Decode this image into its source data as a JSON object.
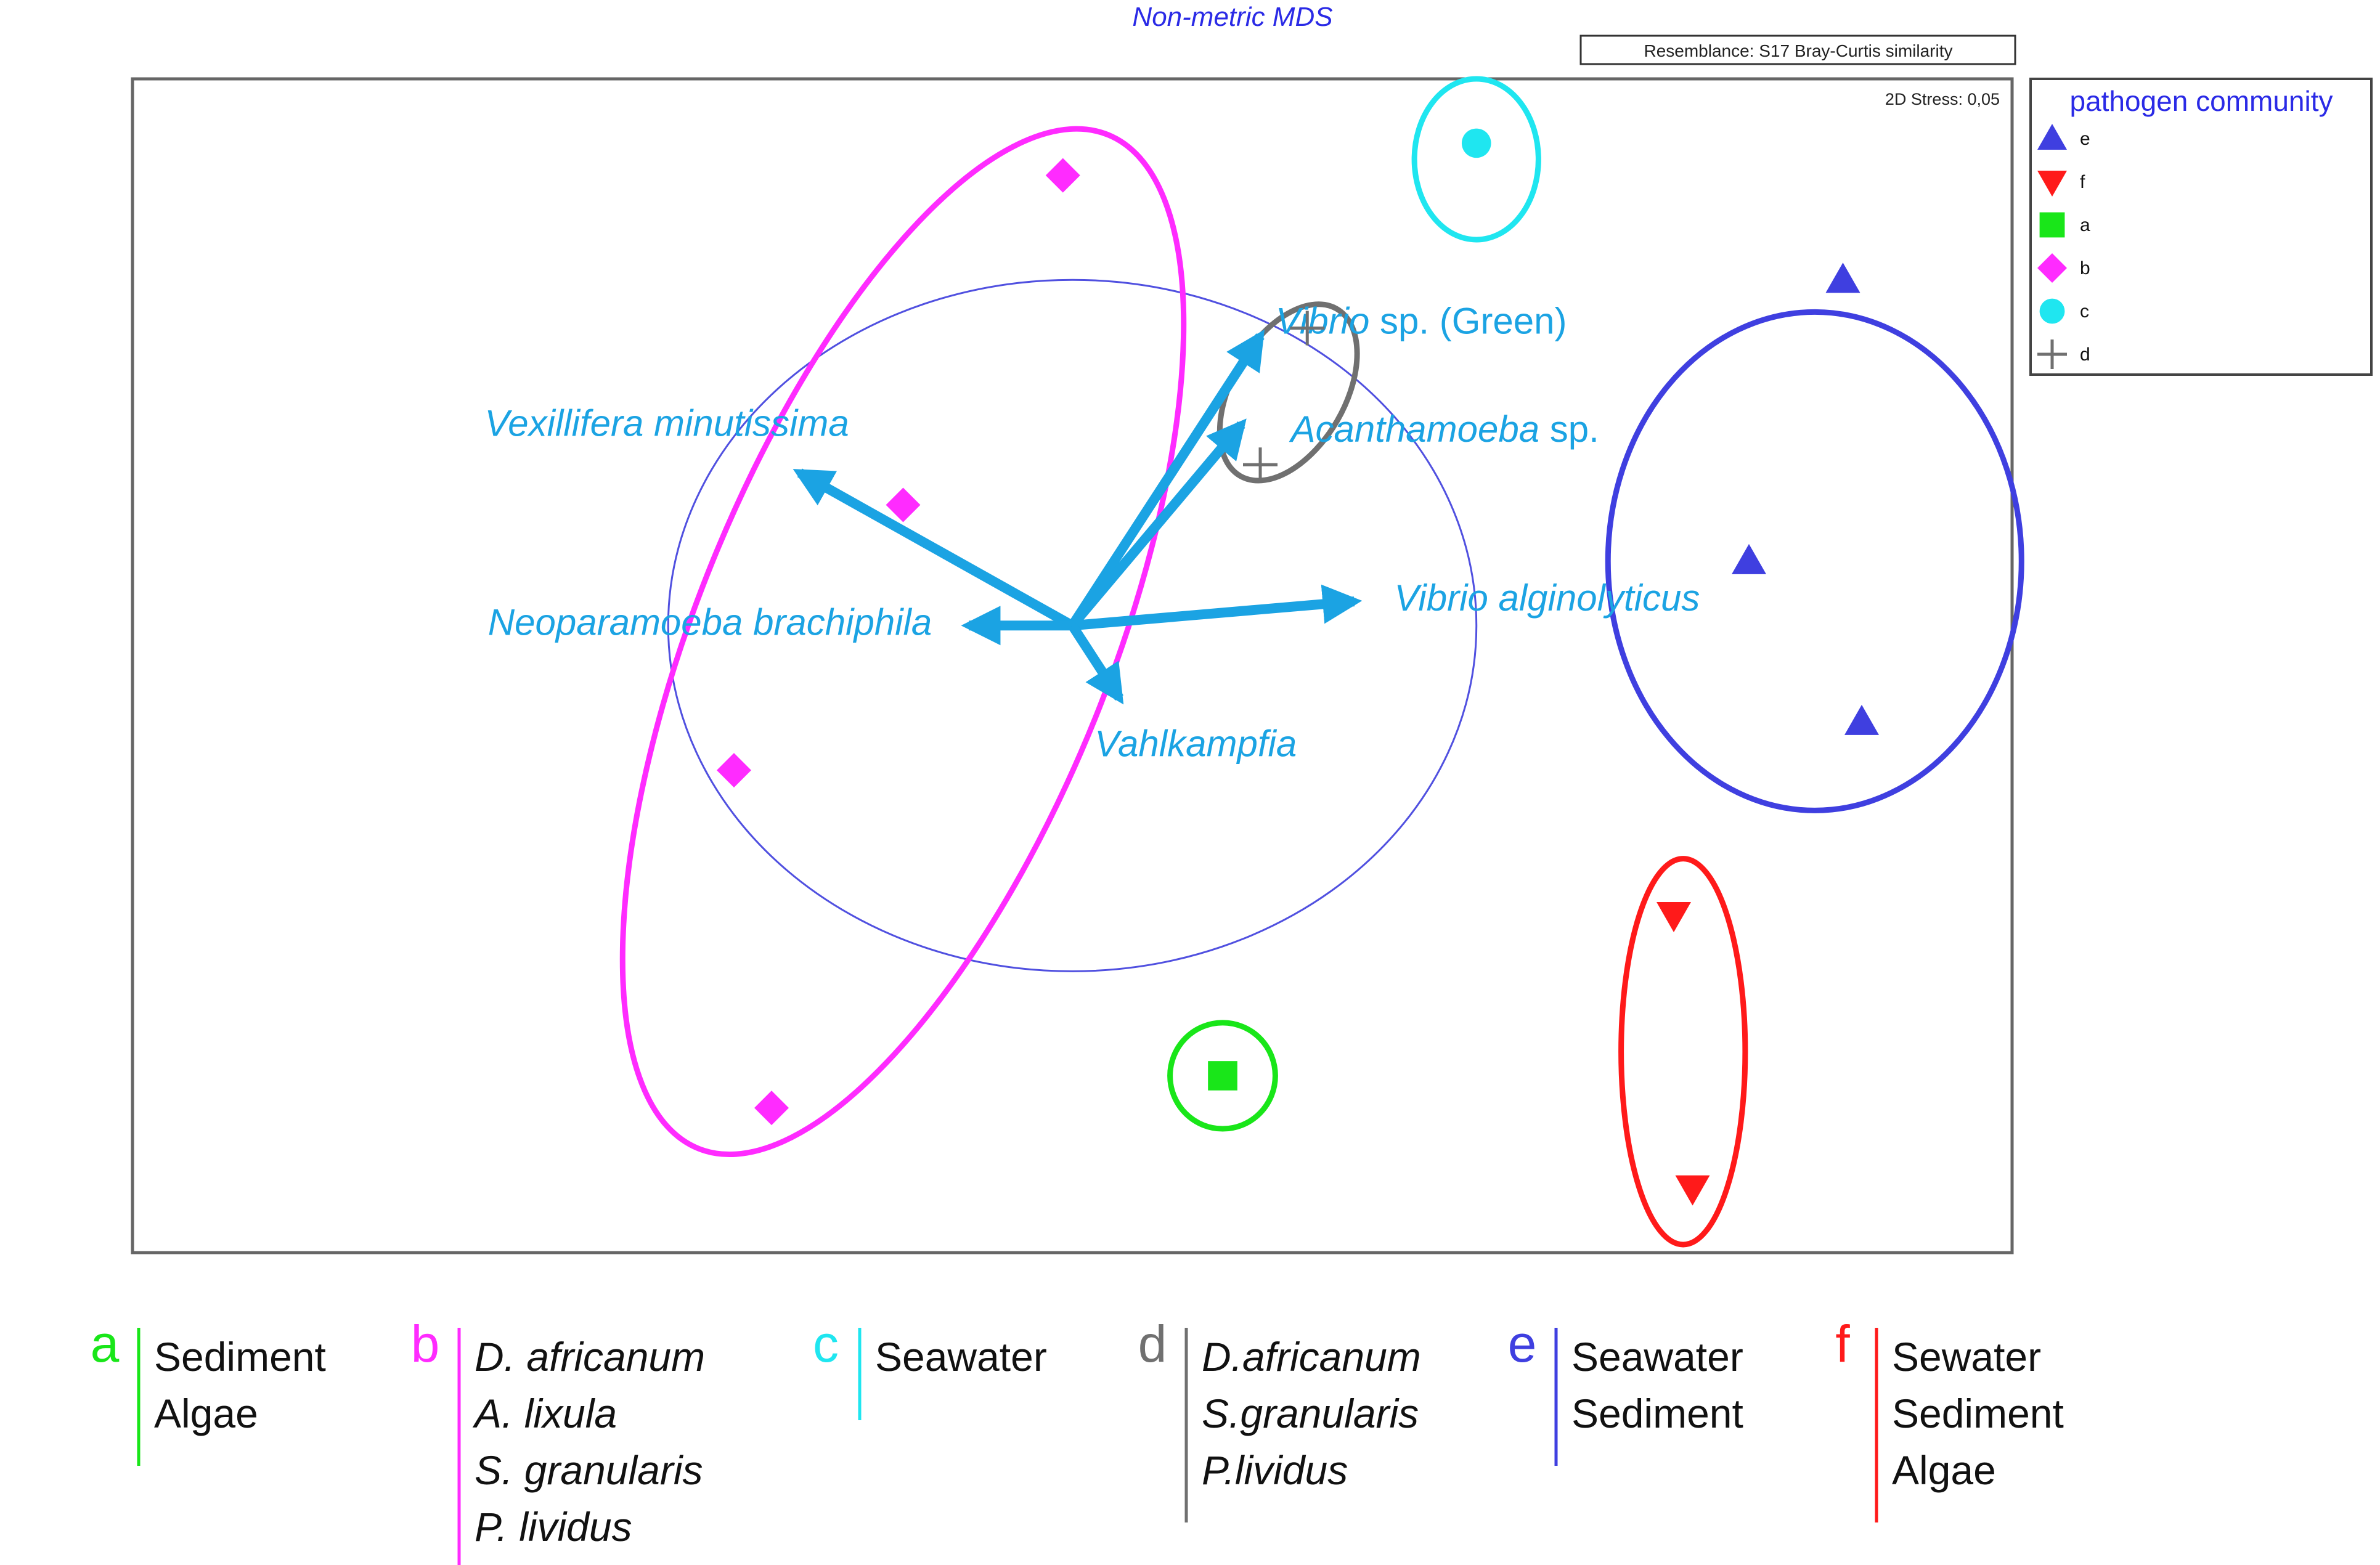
{
  "chart_data": {
    "type": "scatter",
    "title": "Non-metric MDS",
    "resemblance": "Resemblance: S17 Bray-Curtis similarity",
    "stress": "2D Stress: 0,05",
    "xlim": [
      -5.0,
      5.0
    ],
    "ylim": [
      -3.9,
      3.4
    ],
    "grid": false,
    "legend_position": "right",
    "legend_title": "pathogen community",
    "colors": {
      "e": "#3f3fe0",
      "f": "#ff1a1a",
      "a": "#19e619",
      "b": "#ff2bff",
      "c": "#1fe6f0",
      "d": "#707070",
      "vector": "#1ba3e3",
      "title": "#2a2ae6",
      "correlation_circle": "#5050e0"
    },
    "series": [
      {
        "name": "e",
        "marker": "triangle-up",
        "points": [
          [
            4.1,
            2.15
          ],
          [
            3.6,
            0.4
          ],
          [
            4.2,
            -0.6
          ]
        ]
      },
      {
        "name": "f",
        "marker": "triangle-down",
        "points": [
          [
            3.2,
            -1.8
          ],
          [
            3.3,
            -3.5
          ]
        ]
      },
      {
        "name": "a",
        "marker": "square",
        "points": [
          [
            0.8,
            -2.8
          ]
        ]
      },
      {
        "name": "b",
        "marker": "diamond",
        "points": [
          [
            -0.05,
            2.8
          ],
          [
            -0.9,
            0.75
          ],
          [
            -1.8,
            -0.9
          ],
          [
            -1.6,
            -3.0
          ]
        ]
      },
      {
        "name": "c",
        "marker": "circle",
        "points": [
          [
            2.15,
            3.0
          ]
        ]
      },
      {
        "name": "d",
        "marker": "plus",
        "points": [
          [
            1.25,
            1.85
          ],
          [
            1.0,
            1.0
          ]
        ]
      }
    ],
    "ellipses": [
      {
        "group": "b",
        "cx": -0.9,
        "cy": -0.1,
        "rx": 1.1,
        "ry": 3.4,
        "rot": 22
      },
      {
        "group": "c",
        "cx": 2.15,
        "cy": 2.9,
        "rx": 0.33,
        "ry": 0.5,
        "rot": 0
      },
      {
        "group": "d",
        "cx": 1.15,
        "cy": 1.45,
        "rx": 0.3,
        "ry": 0.6,
        "rot": 30
      },
      {
        "group": "e",
        "cx": 3.95,
        "cy": 0.4,
        "rx": 1.1,
        "ry": 1.55,
        "rot": 0
      },
      {
        "group": "f",
        "cx": 3.25,
        "cy": -2.65,
        "rx": 0.33,
        "ry": 1.2,
        "rot": 0
      },
      {
        "group": "a",
        "cx": 0.8,
        "cy": -2.8,
        "rx": 0.28,
        "ry": 0.33,
        "rot": 0
      }
    ],
    "correlation_circle": {
      "cx": 0.0,
      "cy": 0.0,
      "r": 2.15
    },
    "vectors": [
      {
        "label": "Vibrio",
        "label_suffix": " sp. (Green)",
        "dx": 1.0,
        "dy": 1.8
      },
      {
        "label": "Acanthamoeba",
        "label_suffix": " sp.",
        "dx": 0.9,
        "dy": 1.25
      },
      {
        "label": "Vexillifera minutissima",
        "label_suffix": "",
        "dx": -1.45,
        "dy": 0.95
      },
      {
        "label": "Neoparamoeba brachiphila",
        "label_suffix": "",
        "dx": -0.55,
        "dy": 0.0
      },
      {
        "label": "Vibrio alginolyticus",
        "label_suffix": "",
        "dx": 1.5,
        "dy": 0.15
      },
      {
        "label": "Vahlkampfia",
        "label_suffix": "",
        "dx": 0.25,
        "dy": -0.45
      }
    ]
  },
  "legend": {
    "title": "pathogen community",
    "items": [
      {
        "key": "e",
        "label": "e",
        "marker": "triangle-up"
      },
      {
        "key": "f",
        "label": "f",
        "marker": "triangle-down"
      },
      {
        "key": "a",
        "label": "a",
        "marker": "square"
      },
      {
        "key": "b",
        "label": "b",
        "marker": "diamond"
      },
      {
        "key": "c",
        "label": "c",
        "marker": "circle"
      },
      {
        "key": "d",
        "label": "d",
        "marker": "plus"
      }
    ]
  },
  "key": [
    {
      "letter": "a",
      "lines": [
        "Sediment",
        "Algae"
      ],
      "italic": false
    },
    {
      "letter": "b",
      "lines": [
        "D. africanum",
        "A. lixula",
        "S. granularis",
        "P. lividus"
      ],
      "italic": true
    },
    {
      "letter": "c",
      "lines": [
        "Seawater"
      ],
      "italic": false
    },
    {
      "letter": "d",
      "lines": [
        "D.africanum",
        "S.granularis",
        "P.lividus"
      ],
      "italic": true
    },
    {
      "letter": "e",
      "lines": [
        "Seawater",
        "Sediment"
      ],
      "italic": false
    },
    {
      "letter": "f",
      "lines": [
        "Sewater",
        "Sediment",
        "Algae"
      ],
      "italic": false
    }
  ]
}
